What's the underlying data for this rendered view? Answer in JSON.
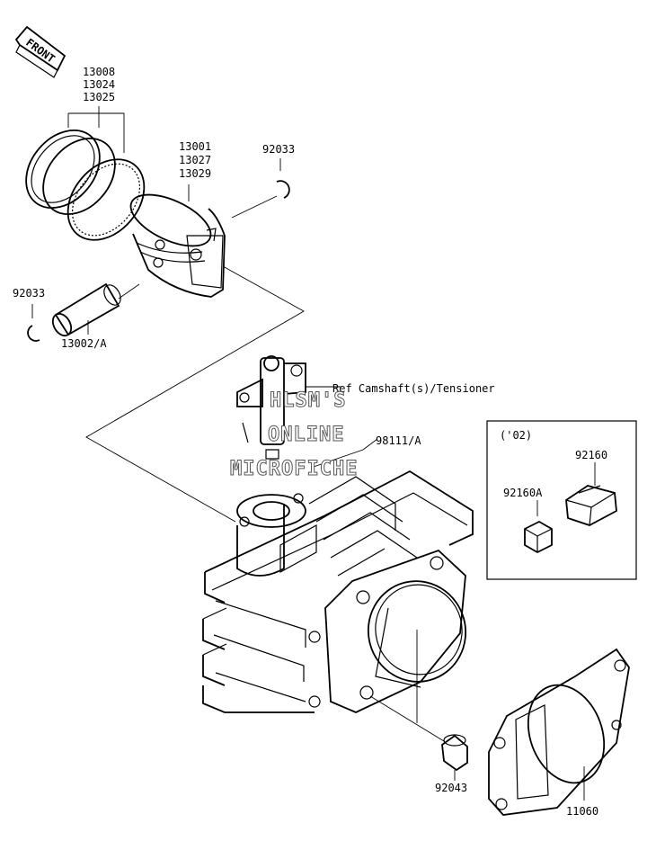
{
  "front_badge": "FRONT",
  "parts": {
    "rings": [
      "13008",
      "13024",
      "13025"
    ],
    "piston": [
      "13001",
      "13027",
      "13029"
    ],
    "clip_right": "92033",
    "clip_left": "92033",
    "pin": "13002/A",
    "tensioner_ref": "Ref Camshaft(s)/Tensioner",
    "stud": "92043",
    "stud_fitting": "98111/A",
    "gasket": "11060"
  },
  "inset": {
    "year": "('02)",
    "damper_a": "92160A",
    "damper": "92160"
  },
  "watermark": [
    "HLSM'S",
    "ONLINE",
    "MICROFICHE"
  ]
}
